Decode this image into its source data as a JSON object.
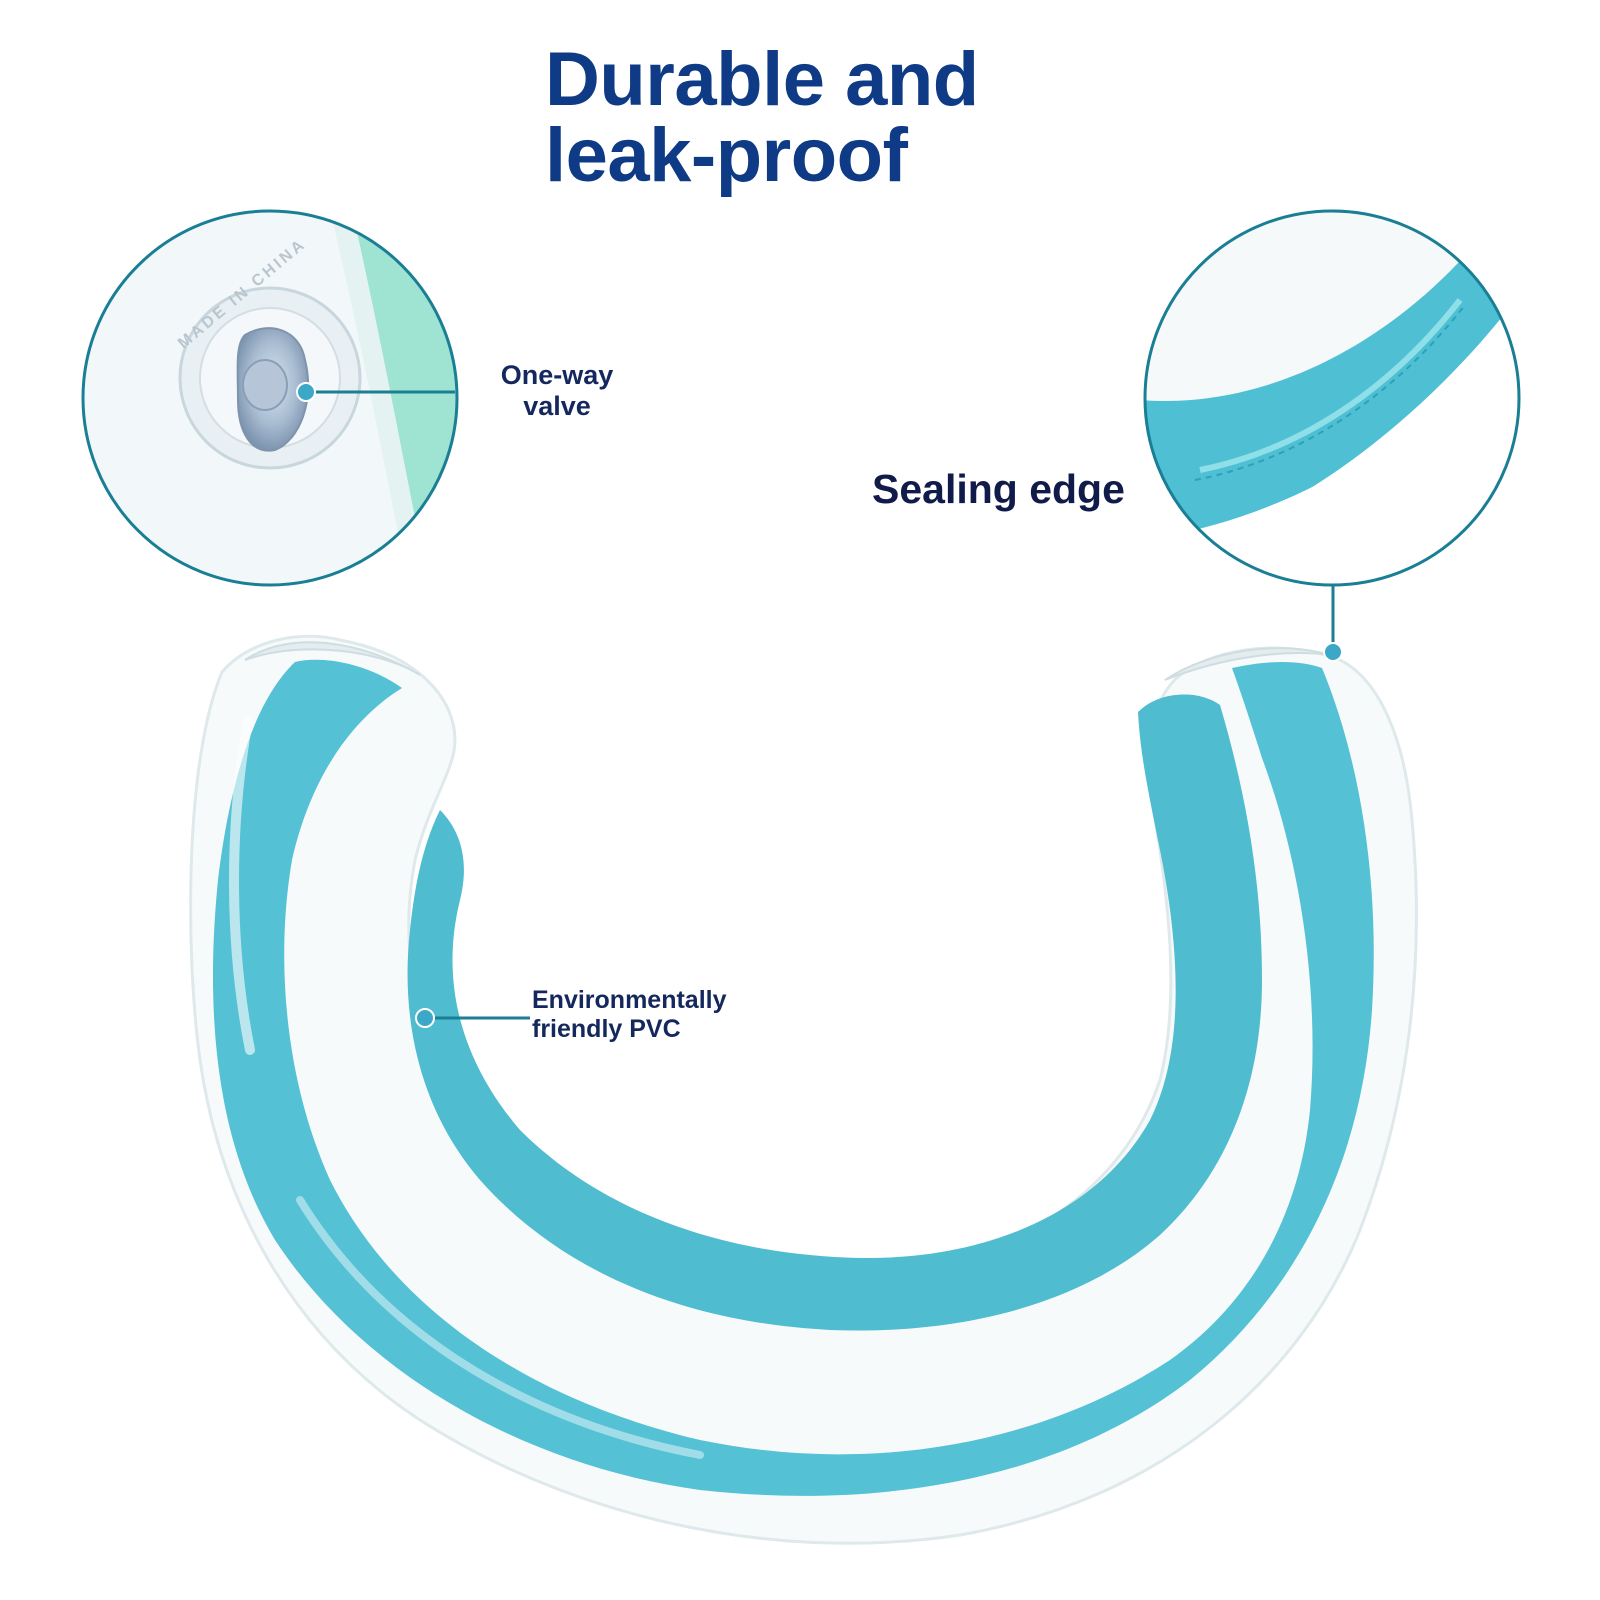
{
  "heading": {
    "line1": "Durable and",
    "line2": "leak-proof"
  },
  "callouts": {
    "valve": {
      "line1": "One-way",
      "line2": "valve"
    },
    "seal": {
      "label": "Sealing edge"
    },
    "pvc": {
      "line1": "Environmentally",
      "line2": "friendly PVC"
    }
  },
  "valve_imprint": "MADE IN CHINA",
  "colors": {
    "heading": "#0e3a86",
    "label_text": "#15285e",
    "circle_stroke": "#1a7e95",
    "ring_blue": "#56c3d6",
    "ring_white": "#f7fbfc",
    "mint": "#9fe3d2"
  }
}
